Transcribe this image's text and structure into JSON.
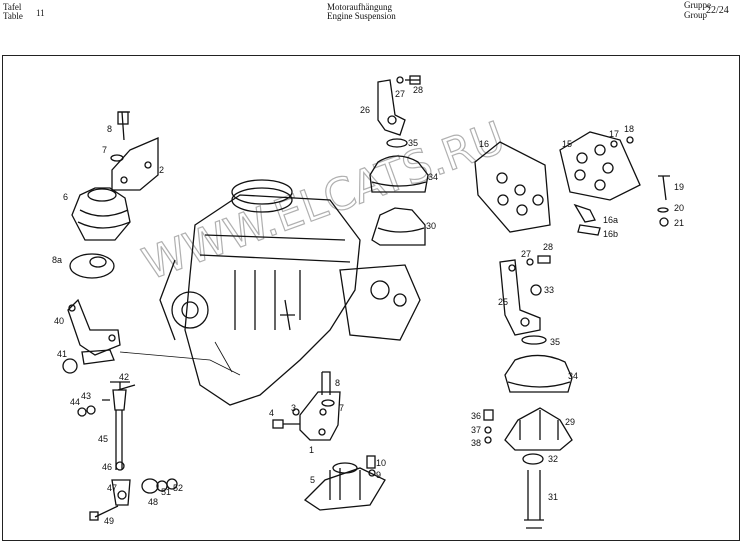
{
  "header": {
    "tafel_label": "Tafel",
    "table_label": "Table",
    "table_number": "11",
    "title_de": "Motoraufhängung",
    "title_en": "Engine Suspension",
    "gruppe_label": "Gruppe",
    "group_label": "Group",
    "group_number": "22/24"
  },
  "watermark": "WWW.ELCATS.RU",
  "part_numbers": [
    "8",
    "7",
    "2",
    "6",
    "8a",
    "40",
    "41",
    "42",
    "43",
    "44",
    "45",
    "46",
    "47",
    "48",
    "49",
    "51",
    "52",
    "26",
    "27",
    "28",
    "35",
    "34",
    "30",
    "16",
    "15",
    "17",
    "18",
    "19",
    "20",
    "21",
    "16a",
    "16b",
    "27",
    "28",
    "25",
    "33",
    "35",
    "34",
    "36",
    "37",
    "38",
    "29",
    "32",
    "31",
    "8",
    "7",
    "3",
    "4",
    "1",
    "10",
    "9",
    "5"
  ]
}
